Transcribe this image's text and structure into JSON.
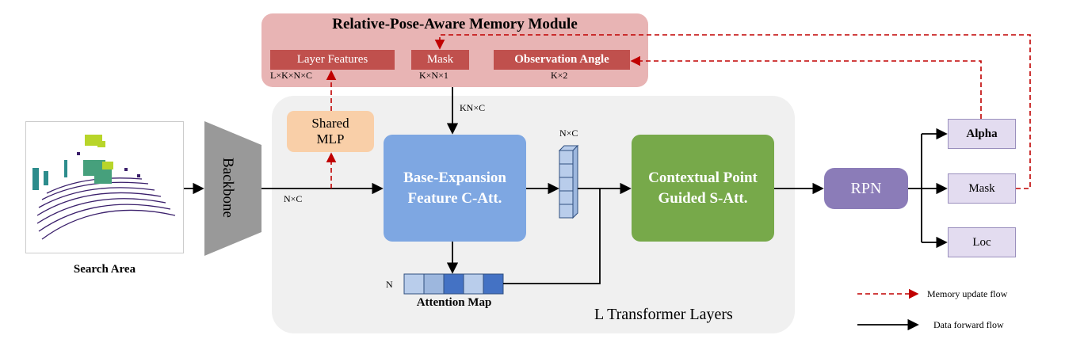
{
  "memory_module": {
    "title": "Relative-Pose-Aware Memory Module",
    "layer_features": "Layer Features",
    "layer_features_dim": "L×K×N×C",
    "mask": "Mask",
    "mask_dim": "K×N×1",
    "observation_angle": "Observation Angle",
    "observation_angle_dim": "K×2"
  },
  "input": {
    "search_area_label": "Search Area",
    "backbone_label": "Backbone",
    "backbone_out_dim": "N×C"
  },
  "transformer": {
    "region_label": "L Transformer Layers",
    "memory_in_dim": "KN×C",
    "shared_mlp": [
      "Shared",
      "MLP"
    ],
    "base_expansion": [
      "Base-Expansion",
      "Feature C-Att."
    ],
    "feature_dim": "N×C",
    "attention_map_label": "Attention Map",
    "attention_map_dim": "N",
    "contextual": [
      "Contextual Point",
      "Guided S-Att."
    ]
  },
  "head": {
    "rpn": "RPN",
    "outputs": [
      "Alpha",
      "Mask",
      "Loc"
    ]
  },
  "legend": {
    "memory_update": "Memory update flow",
    "data_forward": "Data forward flow"
  },
  "colors": {
    "memory_module_bg": "#e8b4b4",
    "memory_box": "#c0504d",
    "shared_mlp": "#f9cfa8",
    "base_expansion": "#7ea7e2",
    "contextual": "#77a94a",
    "rpn": "#8b7cb8",
    "output_box": "#e3dcf0",
    "backbone": "#999999",
    "memory_update_arrow": "#c00000",
    "data_forward_arrow": "#000000"
  }
}
